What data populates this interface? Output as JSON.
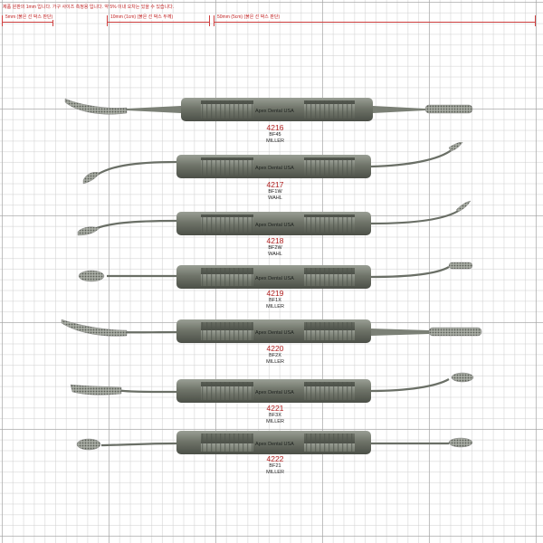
{
  "header_note": "제품 원판의 1mm 입니다. 가구 사이즈 측정용 입니다. 약 5% 이내 오차는 있을 수 있습니다.",
  "scales": [
    {
      "label": "5mm (붉은 선 박스 판단)"
    },
    {
      "label": "10mm (1cm) (붉은 선 박스 두께)"
    },
    {
      "label": "50mm (5cm) (붉은 선 박스 판단)"
    }
  ],
  "brand": "Apex Dental USA",
  "instruments": [
    {
      "code": "4216",
      "model": "BF45",
      "type": "MILLER"
    },
    {
      "code": "4217",
      "model": "BF1W",
      "type": "WAHL"
    },
    {
      "code": "4218",
      "model": "BF2W",
      "type": "WAHL"
    },
    {
      "code": "4219",
      "model": "BF1X",
      "type": "MILLER"
    },
    {
      "code": "4220",
      "model": "BF2X",
      "type": "MILLER"
    },
    {
      "code": "4221",
      "model": "BF3X",
      "type": "MILLER"
    },
    {
      "code": "4222",
      "model": "BF21",
      "type": "MILLER"
    }
  ],
  "colors": {
    "handle": "#6d7268",
    "handle_light": "#8d9288",
    "handle_dark": "#484c45",
    "code_text": "#b02020",
    "scale_line": "#d04040"
  }
}
